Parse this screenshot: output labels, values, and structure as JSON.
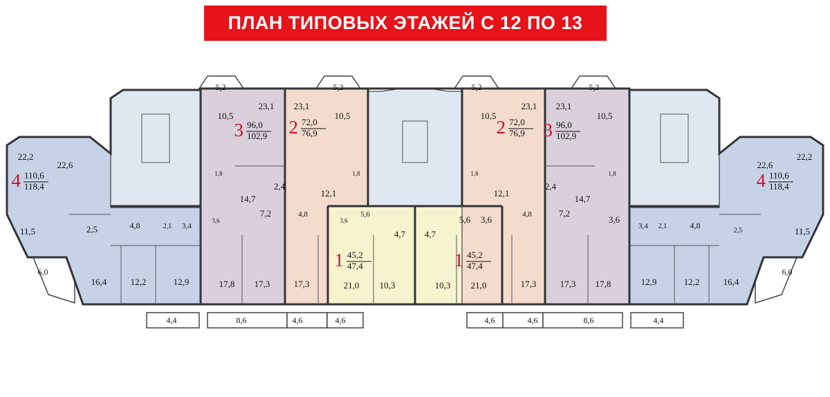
{
  "title": "ПЛАН ТИПОВЫХ ЭТАЖЕЙ С 12 ПО 13",
  "colors": {
    "banner": "#e6131a",
    "apt4": "#c6d3e6",
    "apt3": "#d9d0db",
    "apt2": "#f3dccd",
    "apt1": "#f6f4cf",
    "core": "#dfe8f1",
    "wall": "#33333a",
    "rooms_label": "#c8102e"
  },
  "apartments": [
    {
      "rooms": "4",
      "total": "110,6",
      "with_balcony": "118,4"
    },
    {
      "rooms": "3",
      "total": "96,0",
      "with_balcony": "102,9"
    },
    {
      "rooms": "2",
      "total": "72,0",
      "with_balcony": "76,9"
    },
    {
      "rooms": "1",
      "total": "45,2",
      "with_balcony": "47,4"
    },
    {
      "rooms": "1",
      "total": "45,2",
      "with_balcony": "47,4"
    },
    {
      "rooms": "2",
      "total": "72,0",
      "with_balcony": "76,9"
    },
    {
      "rooms": "3",
      "total": "96,0",
      "with_balcony": "102,9"
    },
    {
      "rooms": "4",
      "total": "110,6",
      "with_balcony": "118,4"
    }
  ],
  "room_labels": [
    "5,2",
    "5,2",
    "5,2",
    "5,2",
    "10,5",
    "23,1",
    "23,1",
    "10,5",
    "10,5",
    "23,1",
    "23,1",
    "10,5",
    "22,2",
    "22,6",
    "22,6",
    "22,2",
    "1,8",
    "1,8",
    "1,8",
    "1,8",
    "14,7",
    "2,4",
    "12,1",
    "12,1",
    "2,4",
    "14,7",
    "7,2",
    "4,8",
    "4,8",
    "7,2",
    "5,6",
    "5,6",
    "3,6",
    "3,6",
    "3,6",
    "3,6",
    "4,8",
    "2,1",
    "3,4",
    "3,4",
    "2,1",
    "4,8",
    "2,5",
    "2,5",
    "11,5",
    "11,5",
    "4,7",
    "4,7",
    "6,0",
    "6,0",
    "16,4",
    "12,2",
    "12,9",
    "17,8",
    "17,3",
    "17,3",
    "21,0",
    "10,3",
    "10,3",
    "21,0",
    "17,3",
    "17,3",
    "17,8",
    "12,9",
    "12,2",
    "16,4",
    "4,4",
    "8,6",
    "4,6",
    "4,6",
    "4,6",
    "4,6",
    "8,6",
    "4,4"
  ]
}
